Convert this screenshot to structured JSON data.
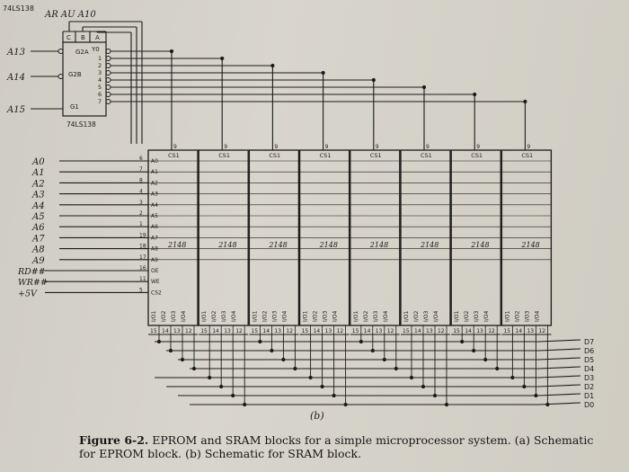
{
  "header": {
    "ic_top_label": "74LS138",
    "handwritten_top": "AR AU A10"
  },
  "decoder": {
    "pin_labels": [
      "C",
      "B",
      "A"
    ],
    "output_header": "Y0",
    "enables": [
      "G2A",
      "G2B",
      "G1"
    ],
    "outputs": [
      "1",
      "2",
      "3",
      "4",
      "5",
      "6",
      "7"
    ],
    "part_label": "74LS138",
    "inputs_handwritten": [
      "A13",
      "A14",
      "A15"
    ]
  },
  "address_lines": [
    "A0",
    "A1",
    "A2",
    "A3",
    "A4",
    "A5",
    "A6",
    "A7",
    "A8",
    "A9"
  ],
  "control_lines": [
    "RD##",
    "WR##",
    "+5V"
  ],
  "chip": {
    "cs_label": "CS1",
    "cs_pin": "9",
    "part_name": "2148",
    "left_pin_numbers": [
      "6",
      "7",
      "8",
      "4",
      "3",
      "2",
      "1",
      "19",
      "18",
      "17",
      "16",
      "11",
      "5"
    ],
    "left_pin_names": [
      "A0",
      "A1",
      "A2",
      "A3",
      "A4",
      "A5",
      "A6",
      "A7",
      "A8",
      "A9",
      "OE",
      "WE",
      "CS2"
    ],
    "io_labels": [
      "I/O1",
      "I/O2",
      "I/O3",
      "I/O4"
    ],
    "bottom_pins": [
      "15",
      "14",
      "13",
      "12"
    ]
  },
  "data_bus": [
    "D7",
    "D6",
    "D5",
    "D4",
    "D3",
    "D2",
    "D1",
    "D0"
  ],
  "figure_tag": "(b)",
  "caption": {
    "prefix": "Figure 6-2.",
    "text": "EPROM and SRAM blocks for a simple microprocessor system. (a) Schematic for EPROM block. (b) Schematic for SRAM block."
  }
}
